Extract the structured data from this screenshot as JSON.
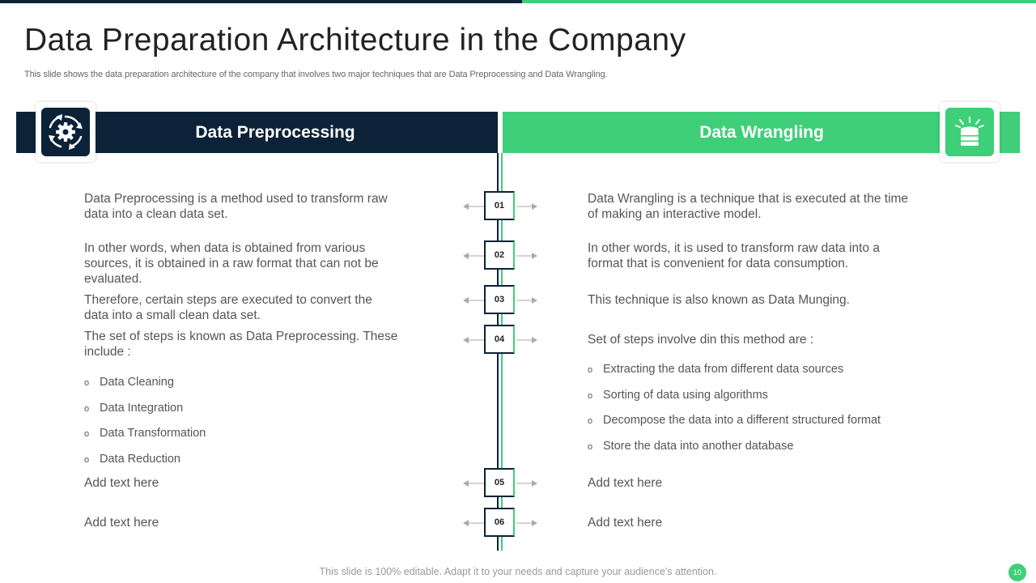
{
  "title": "Data Preparation Architecture in the Company",
  "subtitle": "This slide shows the data preparation architecture of the company that involves two major techniques that are Data Preprocessing and Data Wrangling.",
  "colors": {
    "dark": "#0b2238",
    "green": "#3ecf78"
  },
  "left": {
    "header": "Data Preprocessing",
    "icon": "gear-cycle-icon",
    "p1": "Data Preprocessing is a method used to transform raw data into a clean data set.",
    "p2": "In other words, when data is obtained from various sources, it is obtained in a raw format that can not be evaluated.",
    "p3": "Therefore, certain steps are executed to convert the data into a small clean data set.",
    "p4": "The set of steps is known as Data Preprocessing. These include :",
    "bullets": [
      "Data Cleaning",
      "Data Integration",
      "Data Transformation",
      "Data Reduction"
    ],
    "p5": "Add text here",
    "p6": "Add text here"
  },
  "right": {
    "header": "Data Wrangling",
    "icon": "database-icon",
    "p1": "Data Wrangling is a technique that is executed at the time of making an interactive model.",
    "p2": "In other words, it is used to transform raw data into a format that is convenient for data consumption.",
    "p3": "This technique is also known as Data Munging.",
    "p4": "Set of steps involve din this method are :",
    "bullets": [
      "Extracting the data from different data sources",
      "Sorting of data using algorithms",
      "Decompose the data into a different structured format",
      "Store the data into another database"
    ],
    "p5": "Add text here",
    "p6": "Add text here"
  },
  "bullet_marker": "o",
  "steps": [
    "01",
    "02",
    "03",
    "04",
    "05",
    "06"
  ],
  "footer": "This slide is 100% editable. Adapt it to your needs and capture your audience's attention.",
  "page_number": "10"
}
